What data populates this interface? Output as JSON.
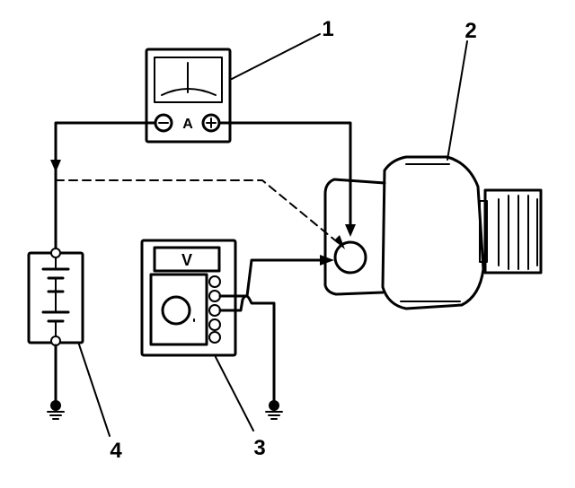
{
  "labels": {
    "ammeter": "1",
    "alternator": "2",
    "voltmeter": "3",
    "battery": "4"
  },
  "ammeter": {
    "unit_symbol": "A",
    "negative_symbol": "−",
    "positive_symbol": "+"
  },
  "voltmeter": {
    "unit_symbol": "V"
  },
  "colors": {
    "line": "#000000",
    "background": "#ffffff"
  }
}
